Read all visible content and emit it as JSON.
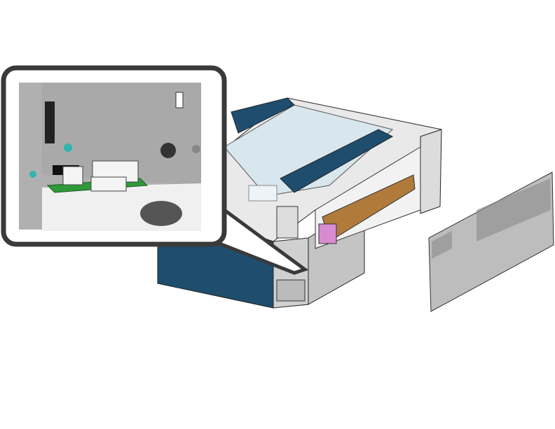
{
  "illustration": {
    "colors": {
      "panel_blue": "#1f4d6e",
      "casing_gray": "#c8c8c8",
      "light_gray": "#e6e6e6",
      "pcb_green": "#2f9a3a",
      "callout_border": "#3a3a3a",
      "glass": "#d8e6ee",
      "accent_pink": "#d98bd0",
      "teal_connector": "#2fb5b0"
    },
    "icons": [
      "magnifier-callout",
      "cover-panel",
      "machine-body",
      "circuit-board"
    ]
  }
}
